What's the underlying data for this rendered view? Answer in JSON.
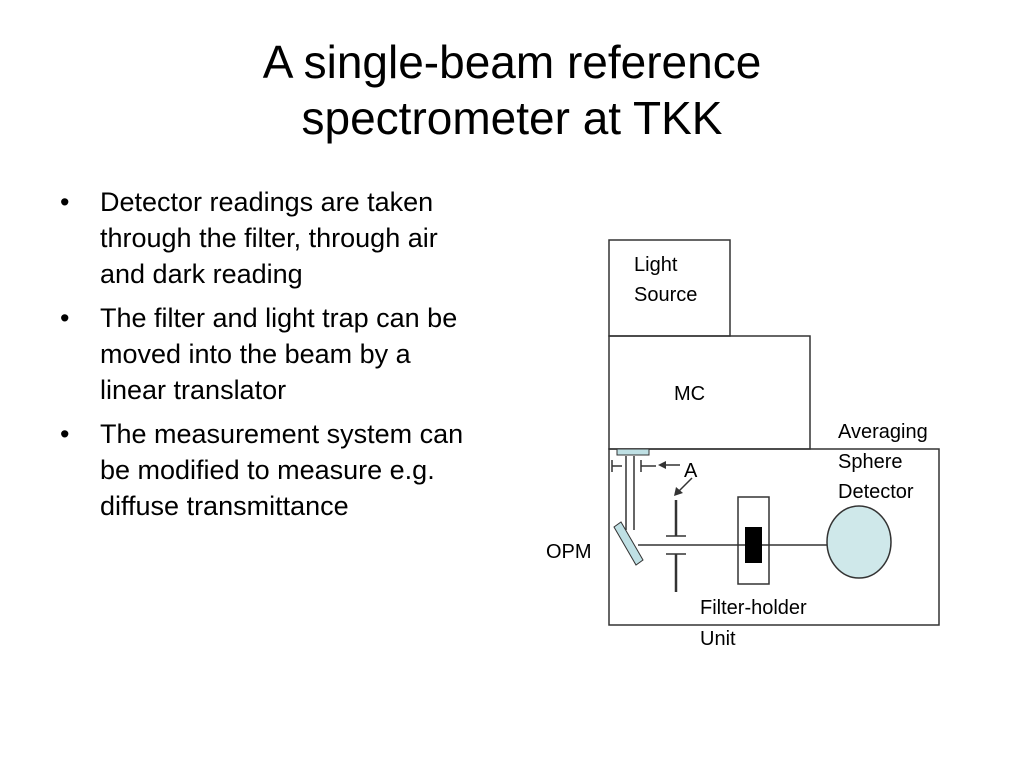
{
  "title_line1": "A single-beam reference",
  "title_line2": "spectrometer at TKK",
  "bullets": [
    "Detector readings are taken through the filter, through air and dark reading",
    "The filter and light trap can be moved into the beam by a linear translator",
    "The measurement system can be modified to measure e.g. diffuse transmittance"
  ],
  "bullet_symbol": "•",
  "diagram": {
    "light_source_line1": "Light",
    "light_source_line2": "Source",
    "mc": "MC",
    "sphere_line1": "Averaging",
    "sphere_line2": "Sphere",
    "sphere_line3": "Detector",
    "aperture": "A",
    "opm": "OPM",
    "filter_holder_line1": "Filter-holder",
    "filter_holder_line2": "Unit"
  },
  "colors": {
    "sphere_fill": "#cfe8ea",
    "mirror_fill": "#bfe0e4",
    "line": "#333333"
  }
}
